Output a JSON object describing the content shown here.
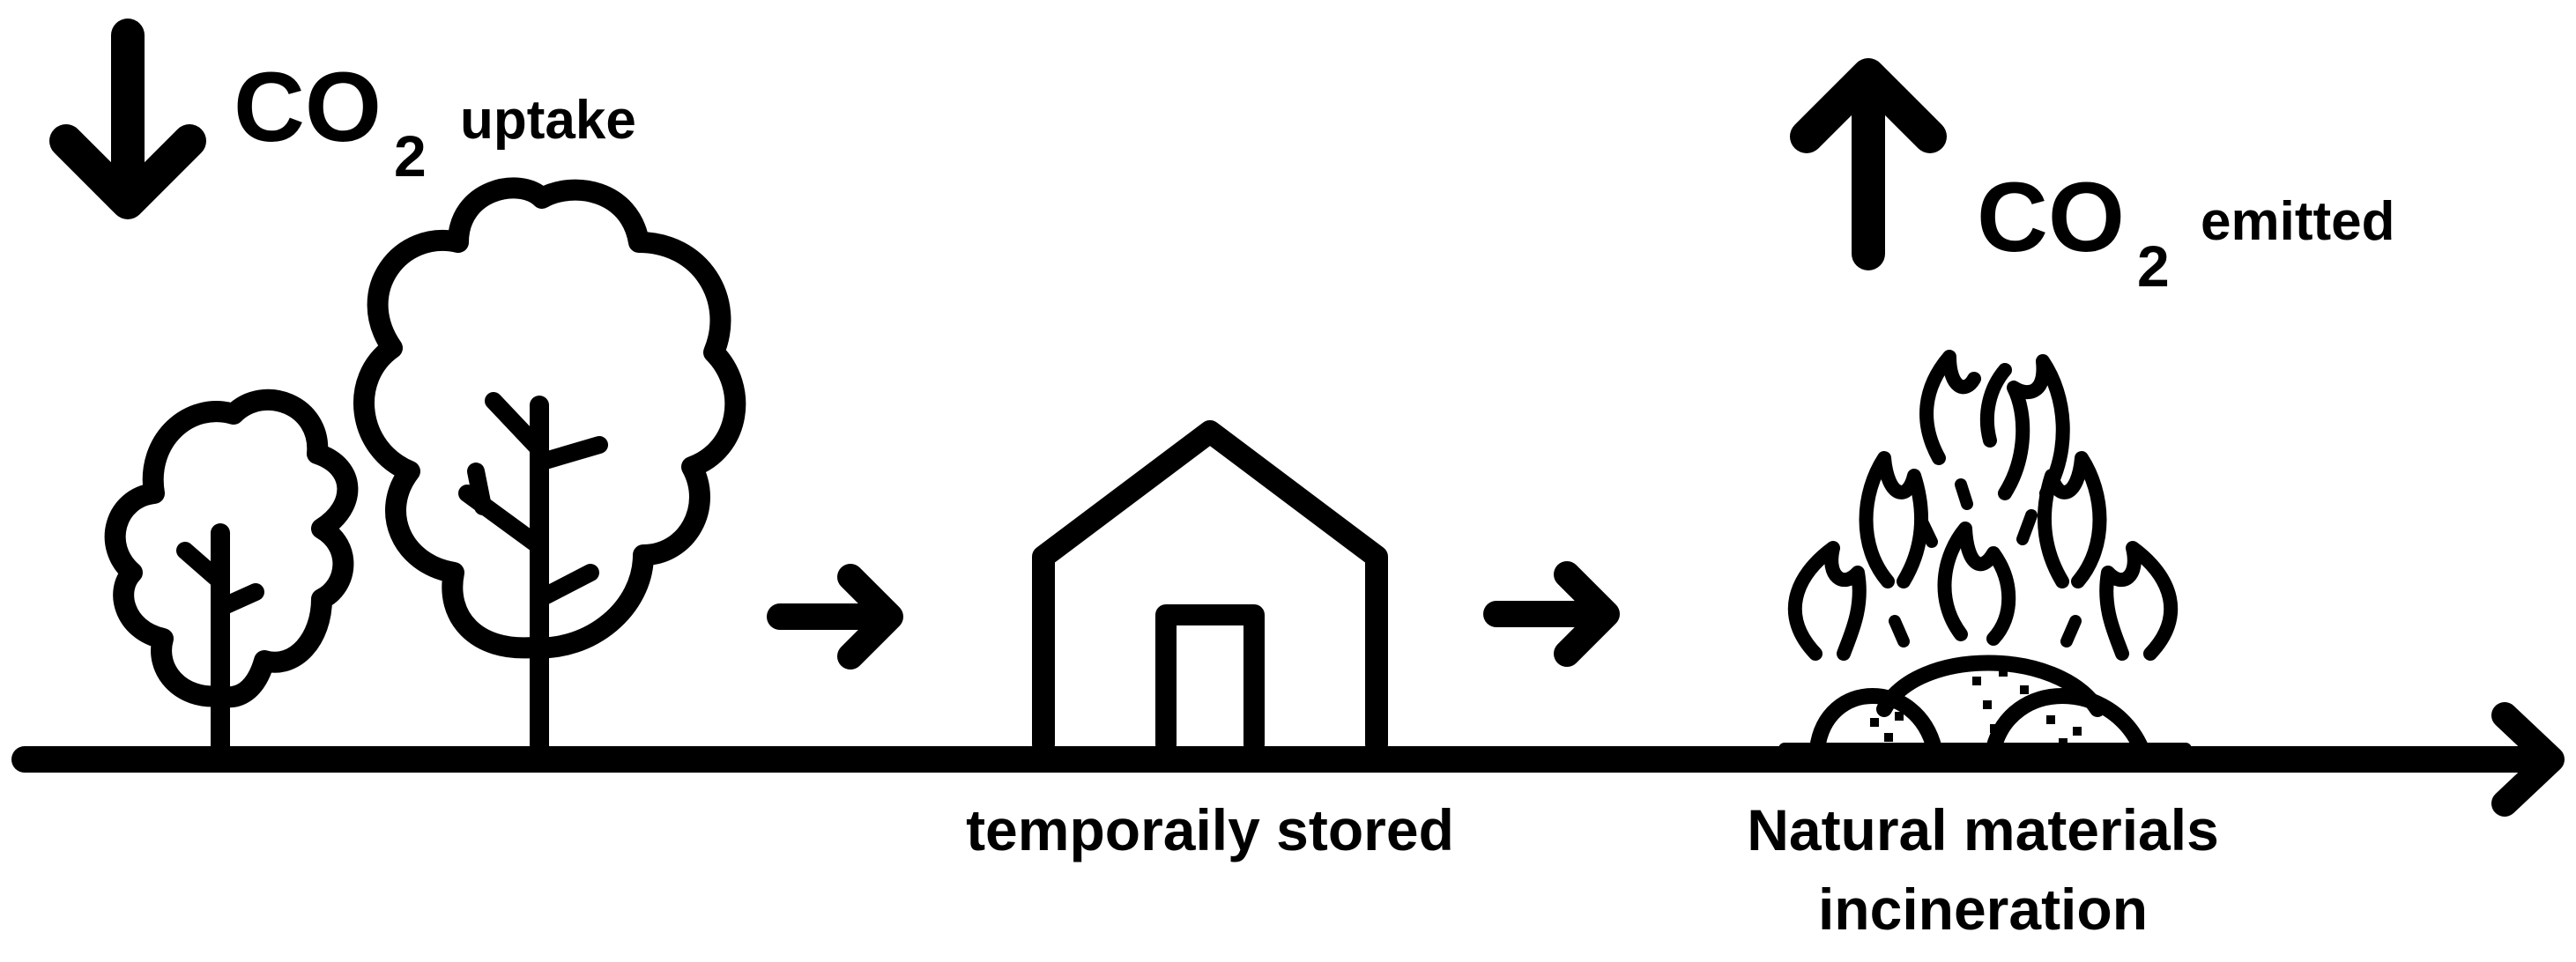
{
  "co2_uptake": {
    "chem": "CO",
    "sub": "2",
    "label": "uptake"
  },
  "co2_emitted": {
    "chem": "CO",
    "sub": "2",
    "label": "emitted"
  },
  "stages": {
    "stored": "temporaily stored",
    "incineration_line1": "Natural materials",
    "incineration_line2": "incineration"
  },
  "icons": {
    "uptake_arrow": "arrow-down-icon",
    "emitted_arrow": "arrow-up-icon",
    "trees": "tree-icon",
    "house": "house-icon",
    "fire": "fire-icon",
    "flow_arrow": "arrow-right-icon",
    "timeline": "timeline-arrow"
  },
  "colors": {
    "ink": "#000000",
    "background": "#ffffff"
  }
}
